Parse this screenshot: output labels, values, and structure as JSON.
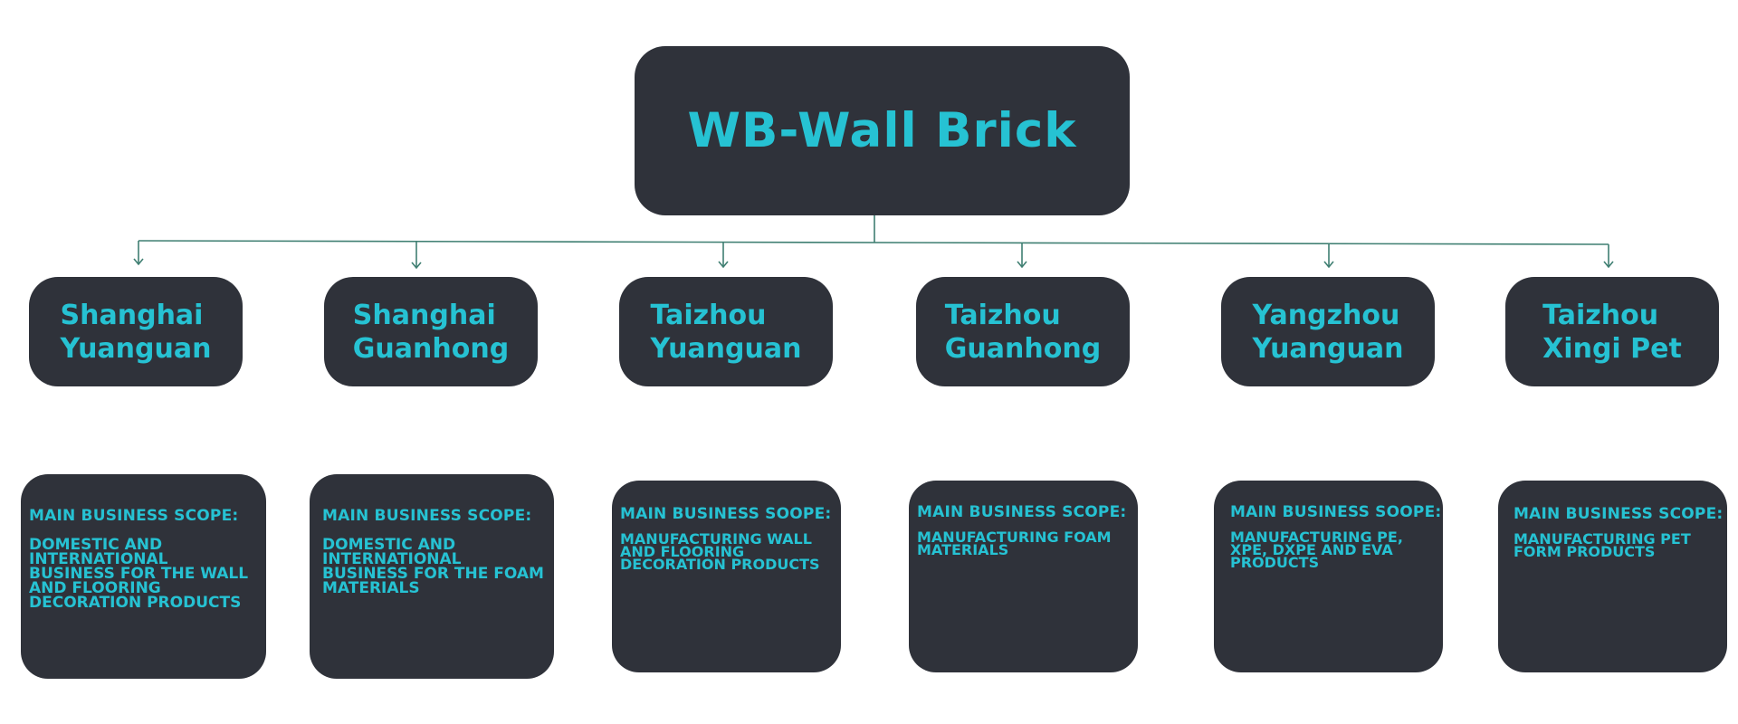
{
  "root": {
    "title": "WB-Wall Brick"
  },
  "companies": [
    {
      "name_line1": "Shanghai",
      "name_line2": "Yuanguan",
      "scope_label": "MAIN BUSINESS SCOPE:",
      "scope_text": "DOMESTIC AND INTERNATIONAL BUSINESS FOR THE WALL AND FLOORING DECORATION PRODUCTS"
    },
    {
      "name_line1": "Shanghai",
      "name_line2": "Guanhong",
      "scope_label": "MAIN BUSINESS SCOPE:",
      "scope_text": "DOMESTIC AND INTERNATIONAL BUSINESS FOR THE FOAM MATERIALS"
    },
    {
      "name_line1": "Taizhou",
      "name_line2": "Yuanguan",
      "scope_label": "MAIN BUSINESS SOOPE:",
      "scope_text": "MANUFACTURING WALL AND FLOORING DECORATION PRODUCTS"
    },
    {
      "name_line1": "Taizhou",
      "name_line2": "Guanhong",
      "scope_label": "MAIN BUSINESS SCOPE:",
      "scope_text": "MANUFACTURING FOAM MATERIALS"
    },
    {
      "name_line1": "Yangzhou",
      "name_line2": "Yuanguan",
      "scope_label": "MAIN BUSINESS SOOPE:",
      "scope_text": "MANUFACTURING PE, XPE, DXPE AND EVA PRODUCTS"
    },
    {
      "name_line1": "Taizhou",
      "name_line2": "Xingi Pet",
      "scope_label": "MAIN BUSINESS SCOPE:",
      "scope_text": "MANUFACTURING PET FORM PRODUCTS"
    }
  ],
  "colors": {
    "box_fill": "#2f323a",
    "text_accent": "#26c2d3",
    "connector": "#3f7f72"
  }
}
